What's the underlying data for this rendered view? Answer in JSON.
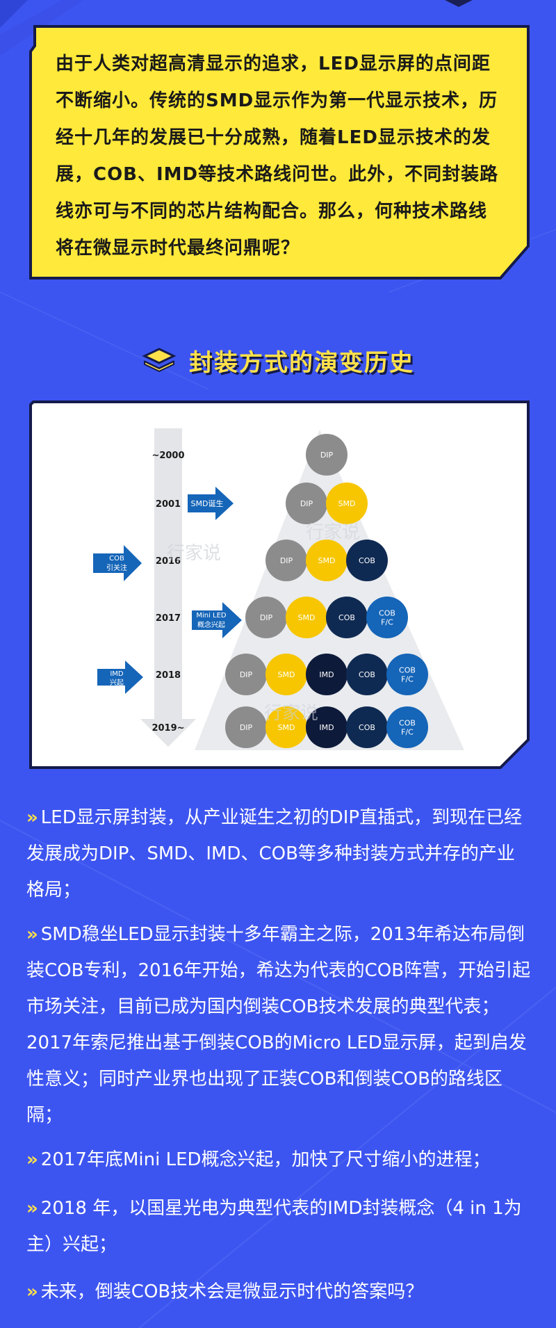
{
  "intro": {
    "text": "由于人类对超高清显示的追求，LED显示屏的点间距不断缩小。传统的SMD显示作为第一代显示技术，历经十几年的发展已十分成熟，随着LED显示技术的发展，COB、IMD等技术路线问世。此外，不同封装路线亦可与不同的芯片结构配合。那么，何种技术路线将在微显示时代最终问鼎呢？"
  },
  "section": {
    "title": "封装方式的演变历史"
  },
  "timeline": {
    "years": [
      "~2000",
      "2001",
      "2016",
      "2017",
      "2018",
      "2019~"
    ],
    "annotations": {
      "smd_birth": "SMD诞生",
      "cob_attention_1": "COB",
      "cob_attention_2": "引关注",
      "miniled_1": "Mini LED",
      "miniled_2": "概念兴起",
      "imd_1": "IMD",
      "imd_2": "兴起"
    },
    "rows": [
      [
        "DIP"
      ],
      [
        "DIP",
        "SMD"
      ],
      [
        "DIP",
        "SMD",
        "COB"
      ],
      [
        "DIP",
        "SMD",
        "COB",
        "COB F/C"
      ],
      [
        "DIP",
        "SMD",
        "IMD",
        "COB",
        "COB F/C"
      ],
      [
        "DIP",
        "SMD",
        "IMD",
        "COB",
        "COB F/C"
      ]
    ],
    "colors": {
      "DIP": "#8c8c8c",
      "SMD": "#f7c600",
      "IMD": "#0e1a3a",
      "COB": "#0f2a52",
      "COB F/C": "#1565b8"
    },
    "watermark": "行家说"
  },
  "paragraphs": [
    {
      "mark": "»",
      "text": "LED显示屏封装，从产业诞生之初的DIP直插式，到现在已经发展成为DIP、SMD、IMD、COB等多种封装方式并存的产业格局；"
    },
    {
      "mark": "»",
      "text": "SMD稳坐LED显示封装十多年霸主之际，2013年希达布局倒装COB专利，2016年开始，希达为代表的COB阵营，开始引起市场关注，目前已成为国内倒装COB技术发展的典型代表；2017年索尼推出基于倒装COB的Micro LED显示屏，起到启发性意义；同时产业界也出现了正装COB和倒装COB的路线区隔；"
    },
    {
      "mark": "»",
      "text": "2017年底Mini LED概念兴起，加快了尺寸缩小的进程；"
    },
    {
      "mark": "»",
      "text": "2018 年，以国星光电为典型代表的IMD封装概念（4 in 1为主）兴起；"
    },
    {
      "mark": "»",
      "text": "未来，倒装COB技术会是微显示时代的答案吗？"
    }
  ]
}
